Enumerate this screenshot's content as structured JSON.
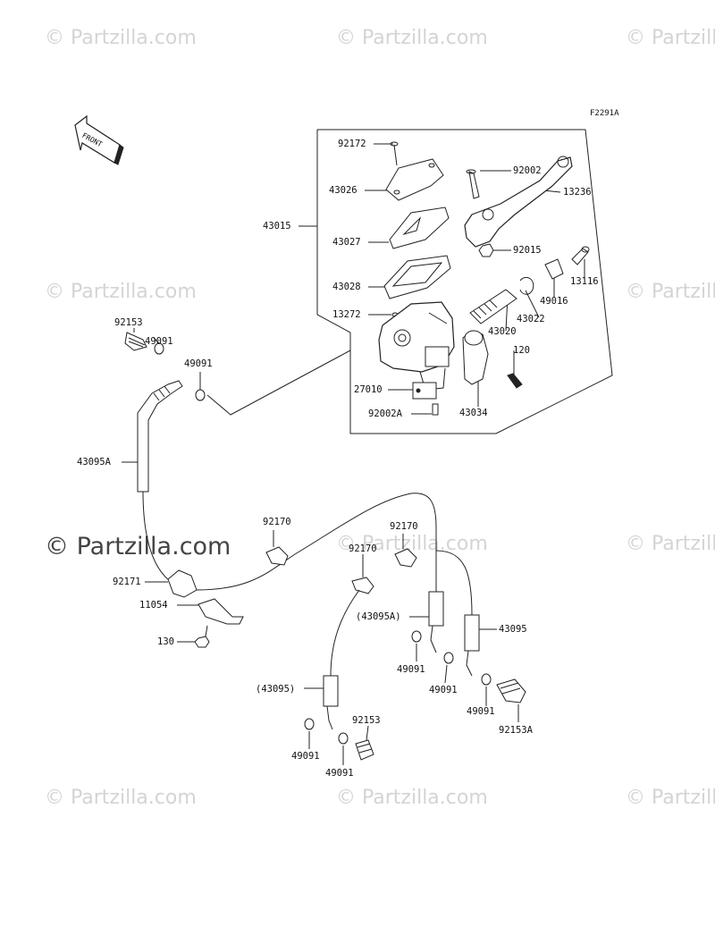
{
  "diagram_code": "F2291A",
  "front_label": "FRONT",
  "watermark": "© Partzilla.com",
  "parts": {
    "p92172": "92172",
    "p92002": "92002",
    "p43026": "43026",
    "p13236": "13236",
    "p43015": "43015",
    "p43027": "43027",
    "p92015": "92015",
    "p13116": "13116",
    "p43028": "43028",
    "p49016": "49016",
    "p13272": "13272",
    "p43022": "43022",
    "p43020": "43020",
    "p92153_top": "92153",
    "p49091_a": "49091",
    "p49091_b": "49091",
    "p120": "120",
    "p27010": "27010",
    "p43034": "43034",
    "p92002A": "92002A",
    "p43095A": "43095A",
    "p92170_a": "92170",
    "p92170_b": "92170",
    "p92170_c": "92170",
    "p92171": "92171",
    "p11054": "11054",
    "p43095A_paren": "(43095A)",
    "p43095": "43095",
    "p130": "130",
    "p49091_c": "49091",
    "p49091_d": "49091",
    "p49091_e": "49091",
    "p43095_paren": "(43095)",
    "p92153_bot": "92153",
    "p92153A": "92153A",
    "p49091_f": "49091",
    "p49091_g": "49091"
  }
}
